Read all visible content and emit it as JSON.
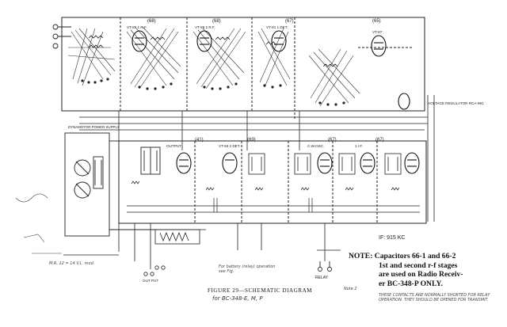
{
  "tubes": {
    "rf1": {
      "ref": "(68)",
      "name": "VT-86  1 R.F."
    },
    "rf2": {
      "ref": "(68)",
      "name": "VT-86  2 R.F."
    },
    "det1": {
      "ref": "(67)",
      "name": "VT-91  1 DET."
    },
    "osc": {
      "ref": "(65)",
      "name": "VT-87"
    },
    "out": {
      "ref": "(41)",
      "name": "OUTPUT"
    },
    "det2": {
      "ref": "(69)",
      "name": "VT-93  2 DET."
    },
    "cwosc": {
      "ref": "(67)",
      "name": "C.W.OSC."
    },
    "if1": {
      "ref": "(67)",
      "name": "1 I.F."
    }
  },
  "labels": {
    "dynamotor": "DYNAMOTOR POWER SUPPLY",
    "regulator": "VOLTAGE REGULATOR RCA-991",
    "if_freq": "IF: 915 KC",
    "relay": "RELAY",
    "output": "OUT PUT"
  },
  "note": {
    "head": "NOTE:",
    "line1": "Capacitors 66-1 and 66-2",
    "line2": "1st and second r-f stages",
    "line3": "are used on Radio Receiv-",
    "line4": "er BC-348-P ONLY."
  },
  "caption": {
    "figure": "FIGURE 29—SCHEMATIC DIAGRAM",
    "model": "for BC-348-E, M, P"
  },
  "handnotes": {
    "note2": "Note 2",
    "bottom": "THESE CONTACTS ARE NORMALLY SHORTED FOR RELAY OPERATION. THEY SHOULD BE OPENED FOR TRANSMIT.",
    "left": "M.R. 12 = 14 V.L. mod.",
    "relay_note": "For battery (relay) operation see Fig."
  }
}
